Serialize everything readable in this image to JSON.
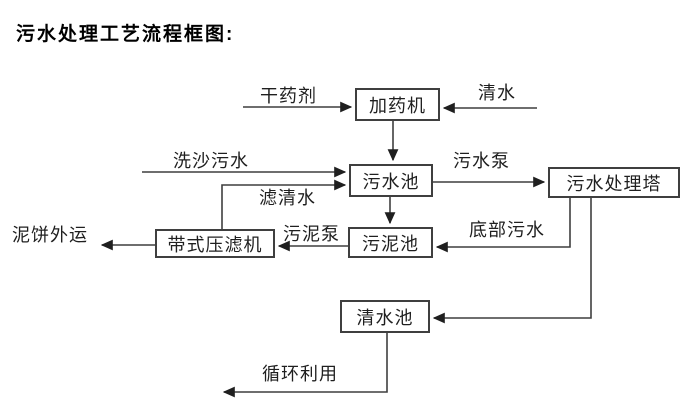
{
  "title": "污水处理工艺流程框图:",
  "diagram": {
    "nodes": [
      {
        "id": "dosing-machine",
        "label": "加药机"
      },
      {
        "id": "sewage-pool",
        "label": "污水池"
      },
      {
        "id": "treatment-tower",
        "label": "污水处理塔"
      },
      {
        "id": "sludge-pool",
        "label": "污泥池"
      },
      {
        "id": "belt-filter-press",
        "label": "带式压滤机"
      },
      {
        "id": "clean-water-pool",
        "label": "清水池"
      }
    ],
    "edge_labels": [
      {
        "id": "dry-agent",
        "text": "干药剂"
      },
      {
        "id": "clean-water",
        "text": "清水"
      },
      {
        "id": "sand-washing-sewage",
        "text": "洗沙污水"
      },
      {
        "id": "filtered-water",
        "text": "滤清水"
      },
      {
        "id": "sewage-pump",
        "text": "污水泵"
      },
      {
        "id": "sludge-pump",
        "text": "污泥泵"
      },
      {
        "id": "bottom-sewage",
        "text": "底部污水"
      },
      {
        "id": "mud-cake-out",
        "text": "泥饼外运"
      },
      {
        "id": "recycle",
        "text": "循环利用"
      }
    ],
    "flows": [
      "干药剂 → 加药机",
      "清水 → 加药机",
      "加药机 → 污水池",
      "洗沙污水 → 污水池",
      "带式压滤机 →(滤清水)→ 污水池",
      "污水池 →(污水泵)→ 污水处理塔",
      "污水池 → 污泥池",
      "污水处理塔 →(底部污水)→ 污泥池",
      "污泥池 →(污泥泵)→ 带式压滤机",
      "带式压滤机 → 泥饼外运",
      "污水处理塔 → 清水池",
      "清水池 → 循环利用"
    ],
    "colors": {
      "line": "#3f3f3f",
      "text": "#1f1f1f",
      "background": "#ffffff"
    }
  }
}
